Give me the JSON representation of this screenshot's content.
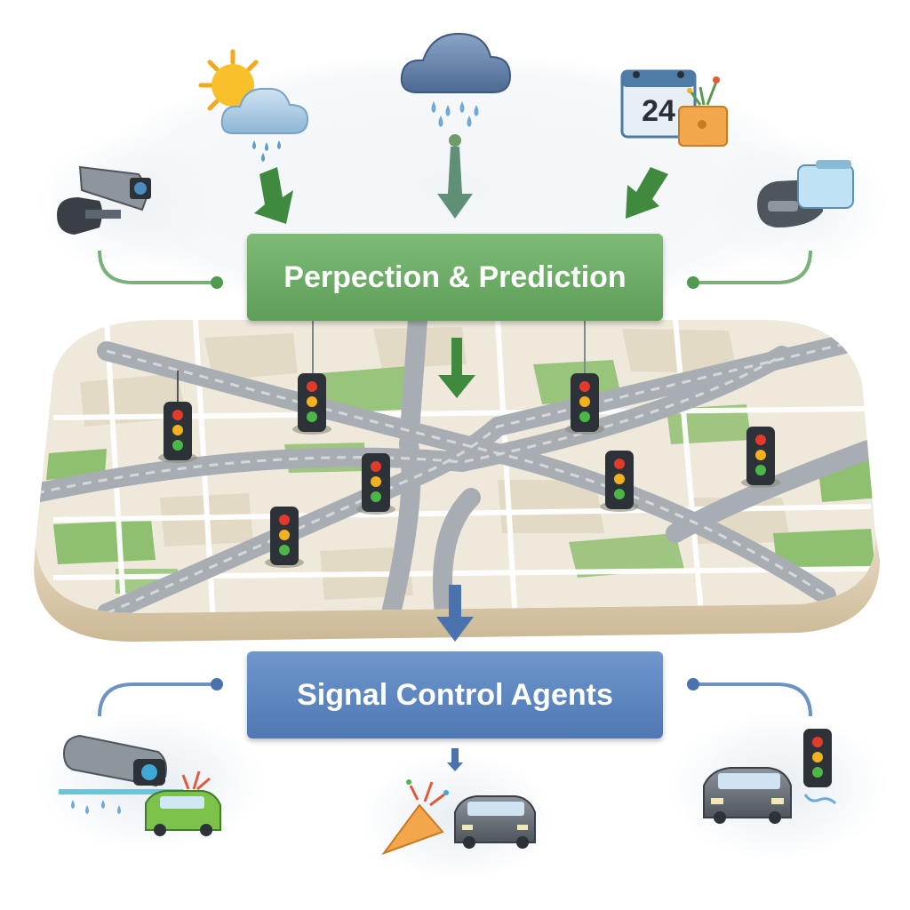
{
  "boxes": {
    "perception": "Perpection & Prediction",
    "signal": "Signal Control Agents"
  },
  "icons": {
    "calendar_day": "24"
  },
  "colors": {
    "perception_green": "#6aa865",
    "signal_blue": "#5a83be",
    "arrow_green": "#3f8a3f",
    "arrow_blue": "#4a73ad"
  }
}
